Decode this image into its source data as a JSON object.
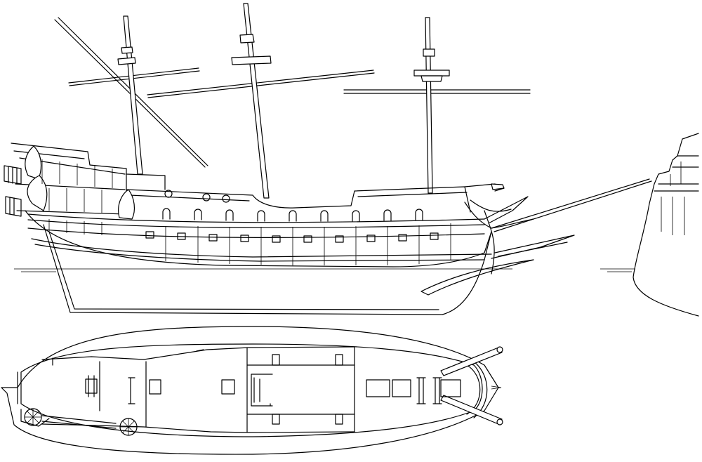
{
  "drawing": {
    "subject": "",
    "views": [
      "side-elevation",
      "bow-profile",
      "deck-plan"
    ],
    "colors": {
      "line": "#000000",
      "background": "#ffffff"
    },
    "side_view": {
      "masts": 3,
      "gunports": 10,
      "upper_deck_ports": 9
    },
    "bow_profile": {},
    "deck_plan": {
      "hatches": 6,
      "capstans": 2
    }
  }
}
